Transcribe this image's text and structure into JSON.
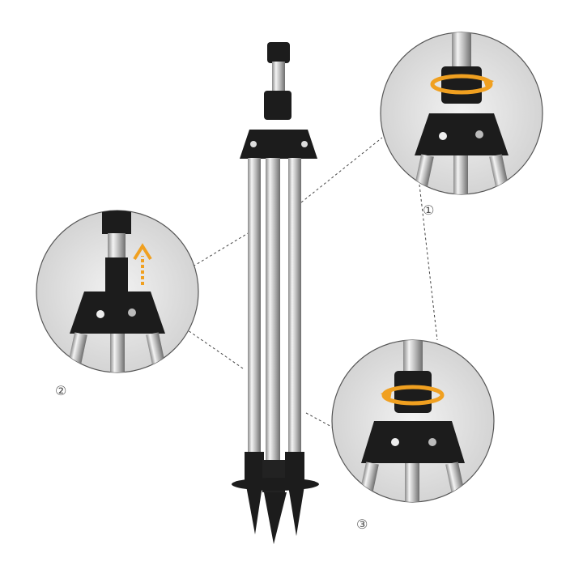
{
  "image": {
    "subject": "tripod-sprinkler-stand",
    "background_color": "#ffffff",
    "accent_color": "#f0a020",
    "metal_color": "#c8c8c8",
    "plastic_color": "#1a1a1a"
  },
  "callouts": [
    {
      "id": "1",
      "label": "①",
      "action": "rotate-knob"
    },
    {
      "id": "2",
      "label": "②",
      "action": "pull-up-pole"
    },
    {
      "id": "3",
      "label": "③",
      "action": "rotate-knob-tighten"
    }
  ]
}
